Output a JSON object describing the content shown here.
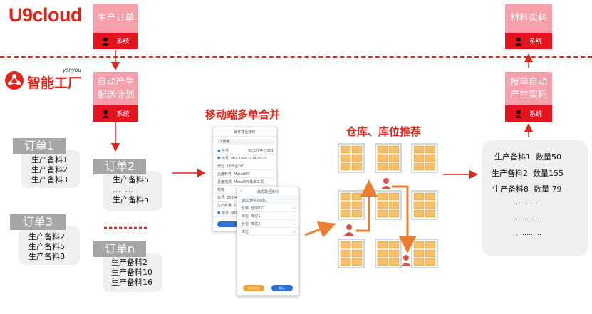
{
  "logos": {
    "u9": "U9cloud",
    "factory": "智能工厂",
    "yonyou": "yonyou"
  },
  "steps": {
    "prod_order": "生产订单",
    "auto_plan": "自动产生配送计划",
    "material_consume": "材料实耗",
    "auto_consume": "按单自动产生实耗",
    "system_label": "系统"
  },
  "headings": {
    "mobile_merge": "移动端多单合并",
    "warehouse_rec": "仓库、库位推荐"
  },
  "orders": [
    {
      "title": "订单1",
      "items": [
        "生产备料1",
        "生产备料2",
        "生产备料3"
      ]
    },
    {
      "title": "订单3",
      "items": [
        "生产备料2",
        "生产备料5",
        "生产备料8"
      ]
    },
    {
      "title": "订单2",
      "items": [
        "生产备料5",
        "………",
        "生产备料n"
      ]
    },
    {
      "title": "订单n",
      "items": [
        "生产备料2",
        "生产备料10",
        "生产备料16"
      ]
    }
  ],
  "summary": {
    "rows": [
      {
        "item": "生产备料1",
        "qty": "数量50"
      },
      {
        "item": "生产备料2",
        "qty": "数量155"
      },
      {
        "item": "生产备料8",
        "qty": "数量 79"
      }
    ],
    "ellipses": [
      "…………",
      "…………",
      "…………"
    ]
  },
  "phone_back": {
    "title": "最优路径拣料",
    "search": "Q 搜索",
    "select_all": "全选",
    "workcenter": "9E工作中心001",
    "rows": [
      "单号: MO-79482024-05-0",
      "作业: 10作业001",
      "品编料号: Mara009",
      "品编描述: Mara009搬单工况",
      "规格",
      "批号: 20240500",
      "生产数量: 1 公斤"
    ],
    "second_order": "单号: MO-79"
  },
  "phone_front": {
    "title": "最优路径拣料",
    "workcenter": "9E工作中心001",
    "rows": [
      "仓库: 仓库001",
      "库位: 库位1",
      "仓位: 库位2",
      "库位"
    ],
    "btn_left": "拣料汇总",
    "btn_right": "确认"
  },
  "colors": {
    "accent_red": "#e1251b",
    "step_pink": "#f7a0ac",
    "system_red": "#e4141e",
    "arrow_orange": "#ed7d31",
    "shelf_gold": "#f4c06a",
    "order_gray": "#a6a6a6"
  }
}
